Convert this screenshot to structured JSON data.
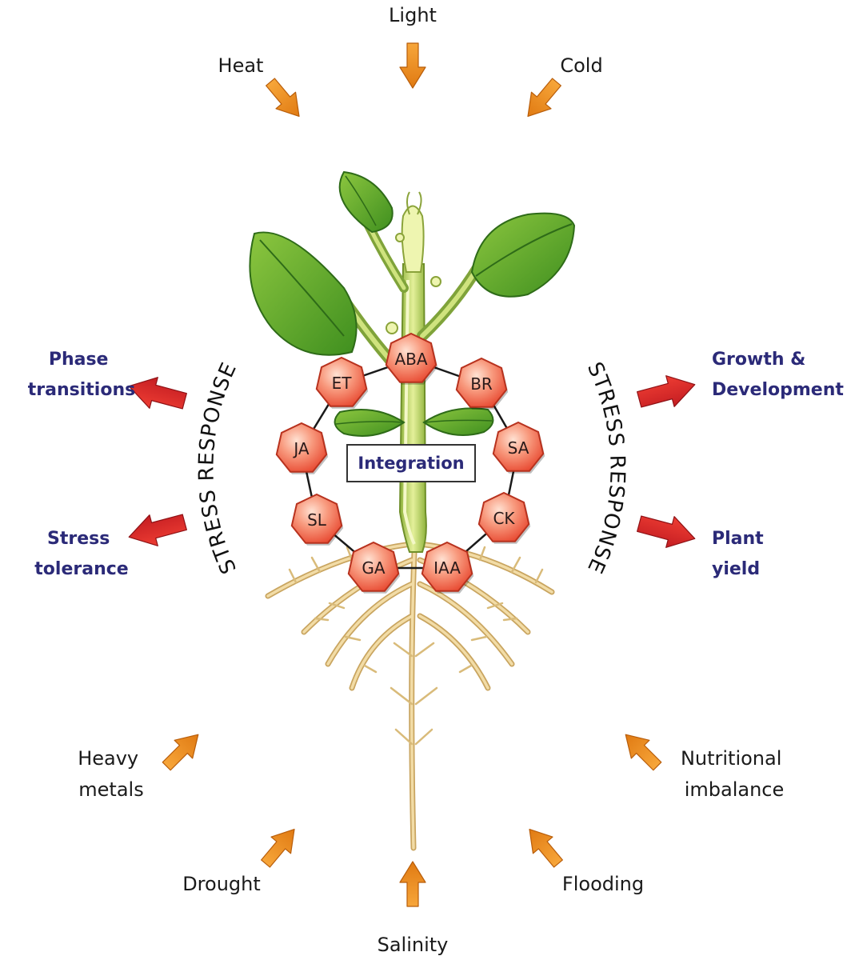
{
  "stresses": {
    "light": "Light",
    "heat": "Heat",
    "cold": "Cold",
    "heavy_metals": [
      "Heavy",
      "metals"
    ],
    "nutritional_imbalance": [
      "Nutritional",
      "imbalance"
    ],
    "drought": "Drought",
    "flooding": "Flooding",
    "salinity": "Salinity"
  },
  "outcomes": {
    "phase_transitions": [
      "Phase",
      "transitions"
    ],
    "stress_tolerance": [
      "Stress",
      "tolerance"
    ],
    "growth_development": [
      "Growth &",
      "Development"
    ],
    "plant_yield": [
      "Plant",
      "yield"
    ]
  },
  "arc_labels": {
    "left": "STRESS RESPONSE",
    "right": "STRESS RESPONSE"
  },
  "integration": "Integration",
  "hormones": [
    "ABA",
    "BR",
    "SA",
    "CK",
    "IAA",
    "GA",
    "SL",
    "JA",
    "ET"
  ],
  "colors": {
    "stress_arrow": "#f0901c",
    "outcome_arrow": "#d8262a",
    "outcome_text": "#2b2a78",
    "hormone_fill": "#f26a50",
    "leaf": "#63a832",
    "stem": "#b7d46a",
    "root": "#e7c98a"
  }
}
